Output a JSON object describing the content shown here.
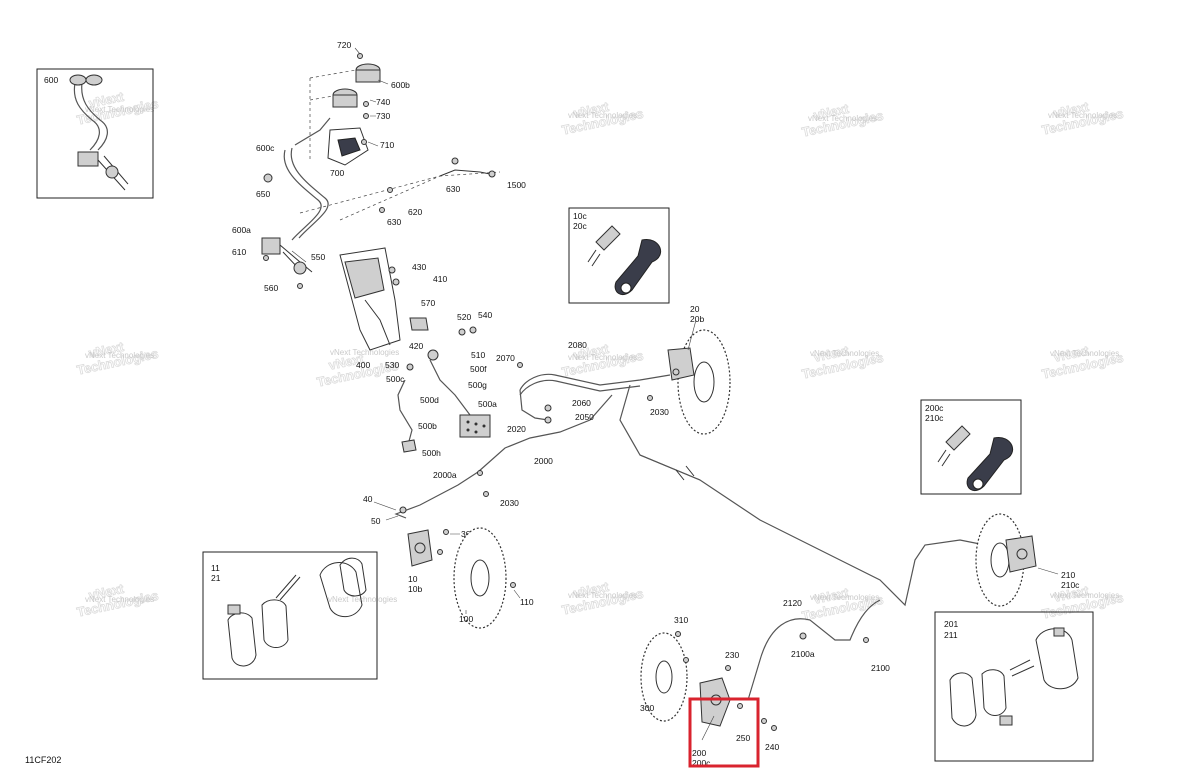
{
  "diagram": {
    "code": "11CF202",
    "callouts": {
      "c720": "720",
      "c600b": "600b",
      "c740": "740",
      "c730": "730",
      "c710": "710",
      "c700": "700",
      "c600": "600",
      "c600c": "600c",
      "c650": "650",
      "c630a": "630",
      "c1500": "1500",
      "c620": "620",
      "c630b": "630",
      "c600a": "600a",
      "c610": "610",
      "c550": "550",
      "c560": "560",
      "c430": "430",
      "c410": "410",
      "c570": "570",
      "c520": "520",
      "c540": "540",
      "c420": "420",
      "c510": "510",
      "c530": "530",
      "c400": "400",
      "c500c": "500c",
      "c500f": "500f",
      "c500g": "500g",
      "c500d": "500d",
      "c500a": "500a",
      "c500b": "500b",
      "c500h": "500h",
      "c10c": "10c",
      "c20c": "20c",
      "c20": "20",
      "c20b": "20b",
      "c2070": "2070",
      "c2080": "2080",
      "c2060": "2060",
      "c2050": "2050",
      "c2030a": "2030",
      "c2020": "2020",
      "c2000": "2000",
      "c2000a": "2000a",
      "c2030b": "2030",
      "c200c": "200c",
      "c210c": "210c",
      "c40": "40",
      "c50": "50",
      "c30": "30",
      "c10": "10",
      "c10b": "10b",
      "c100": "100",
      "c110": "110",
      "c11": "11",
      "c21": "21",
      "c310": "310",
      "c230": "230",
      "c300": "300",
      "c200": "200",
      "c200b": "200c",
      "c250": "250",
      "c240": "240",
      "c2120": "2120",
      "c2100a": "2100a",
      "c2100": "2100",
      "c210": "210",
      "c210b": "210c",
      "c201": "201",
      "c211": "211"
    },
    "watermark_line1": "vNext",
    "watermark_line2": "Technologies",
    "watermark_text": "vNext Technologies",
    "highlight_color": "#d9232e"
  }
}
